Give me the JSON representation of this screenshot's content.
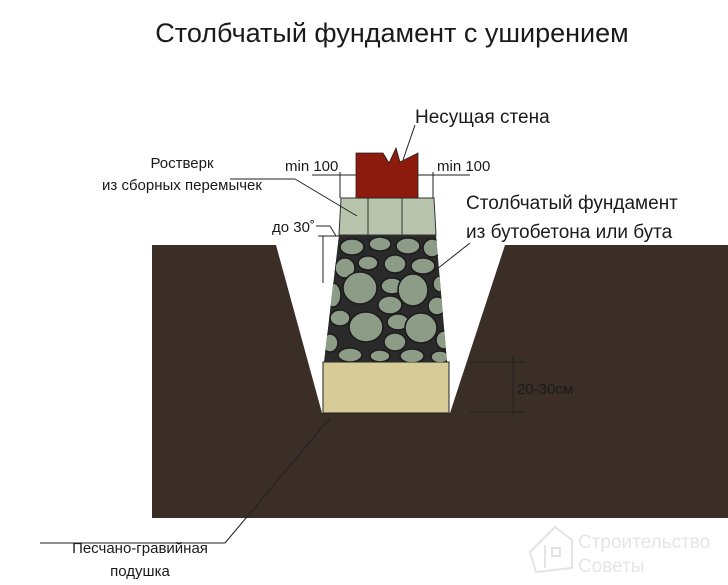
{
  "title": "Столбчатый фундамент с уширением",
  "labels": {
    "wall": "Несущая стена",
    "grillage_line1": "Ростверк",
    "grillage_line2": "из сборных перемычек",
    "min_left": "min 100",
    "min_right": "min 100",
    "angle": "до 30˚",
    "column_line1": "Столбчатый фундамент",
    "column_line2": "из бутобетона или бута",
    "cushion_height": "20-30см",
    "cushion_line1": "Песчано-гравийная",
    "cushion_line2": "подушка"
  },
  "watermark": {
    "line1": "Строительство",
    "line2": "Советы"
  },
  "colors": {
    "soil": "#3b2e27",
    "wall": "#8c1a0d",
    "grillage": "#b9c4ad",
    "stone": "#8d9c86",
    "cushion": "#d7cc98"
  }
}
